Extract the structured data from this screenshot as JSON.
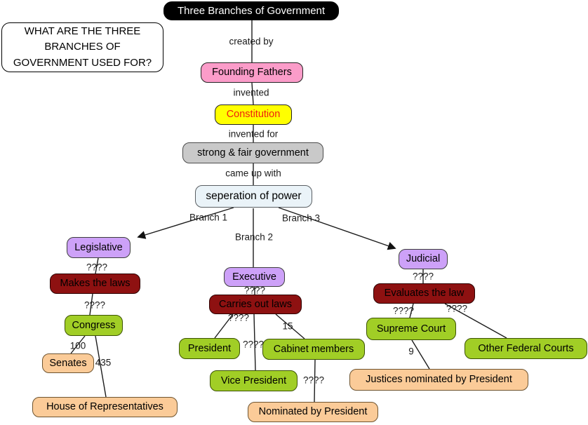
{
  "map": {
    "title": "Three Branches of Government",
    "question": "WHAT ARE THE THREE BRANCHES OF GOVERNMENT USED FOR?",
    "nodes": {
      "founding_fathers": "Founding Fathers",
      "constitution": "Constitution",
      "strong_fair_government": "strong & fair government",
      "separation_of_power": "seperation of power",
      "legislative": "Legislative",
      "executive": "Executive",
      "judicial": "Judicial",
      "makes_the_laws": "Makes the laws",
      "carries_out_laws": "Carries out laws",
      "evaluates_the_law": "Evaluates the law",
      "congress": "Congress",
      "senates": "Senates",
      "house_of_representatives": "House of Representatives",
      "president": "President",
      "vice_president": "Vice President",
      "cabinet_members": "Cabinet members",
      "nominated_by_president": "Nominated by President",
      "supreme_court": "Supreme Court",
      "other_federal_courts": "Other Federal Courts",
      "justices_nominated": "Justices nominated by President"
    },
    "edge_labels": {
      "created_by": "created by",
      "invented": "invented",
      "invented_for": "invented for",
      "came_up_with": "came up with",
      "branch_1": "Branch 1",
      "branch_2": "Branch 2",
      "branch_3": "Branch 3",
      "unknown": "????",
      "senators_count": "100",
      "representatives_count": "435",
      "cabinet_count": "15",
      "justices_count": "9"
    },
    "colors": {
      "title_bg": "#000000",
      "pink": "#FB9CC9",
      "yellow": "#FFFF00",
      "constitution_text": "#F01E0E",
      "gray": "#C9C9C9",
      "ice_blue": "#EAF3F8",
      "purple": "#CDA1F8",
      "dark_red": "#8E1111",
      "green": "#A1CE26",
      "peach": "#FBCB98"
    }
  }
}
